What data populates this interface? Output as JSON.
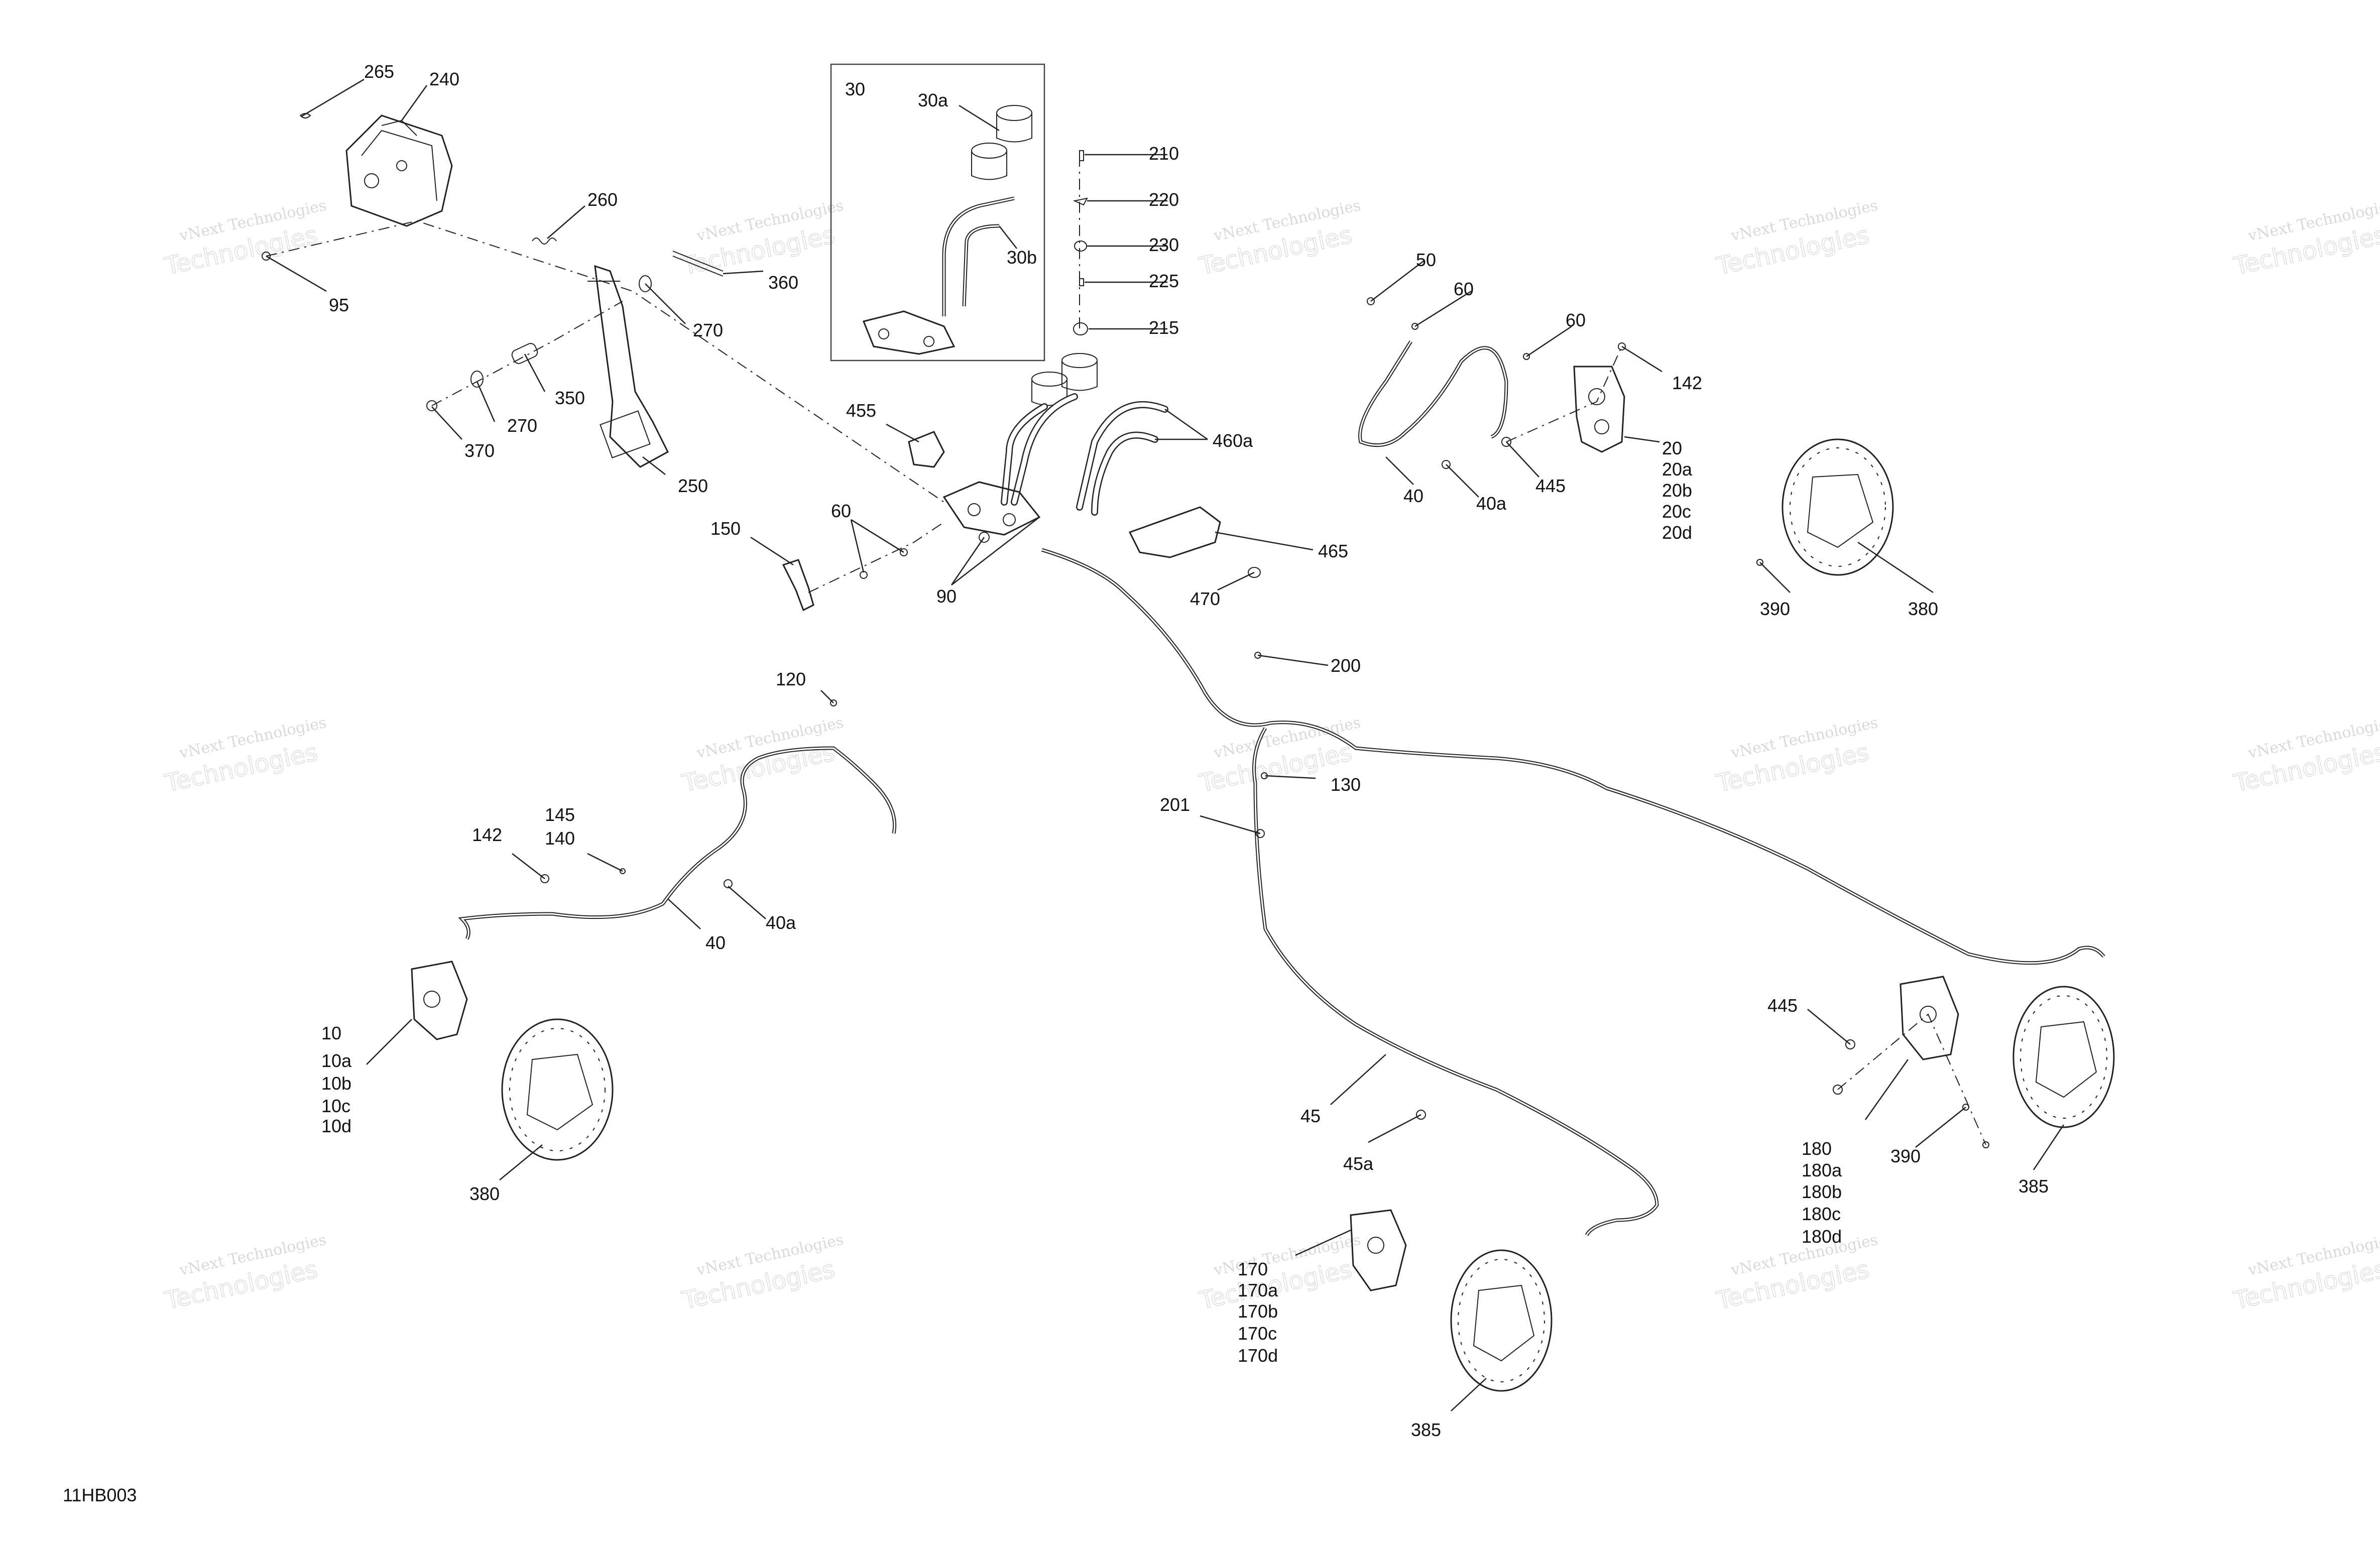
{
  "diagram": {
    "code": "11HB003",
    "watermark": {
      "line1": "vNext Technologies",
      "line2": "vNext",
      "line3": "Technologies"
    },
    "inset_label": "30",
    "callouts": [
      "265",
      "240",
      "260",
      "360",
      "95",
      "270",
      "350",
      "270",
      "370",
      "250",
      "30",
      "30a",
      "30b",
      "210",
      "220",
      "230",
      "225",
      "215",
      "455",
      "460a",
      "465",
      "470",
      "150",
      "60",
      "90",
      "50",
      "60",
      "60",
      "142",
      "40",
      "40a",
      "445",
      "20",
      "20a",
      "20b",
      "20c",
      "20d",
      "390",
      "380",
      "200",
      "130",
      "201",
      "120",
      "142",
      "145",
      "140",
      "40",
      "40a",
      "10",
      "10a",
      "10b",
      "10c",
      "10d",
      "380",
      "45",
      "45a",
      "170",
      "170a",
      "170b",
      "170c",
      "170d",
      "385",
      "445",
      "180",
      "180a",
      "180b",
      "180c",
      "180d",
      "390",
      "385"
    ]
  }
}
